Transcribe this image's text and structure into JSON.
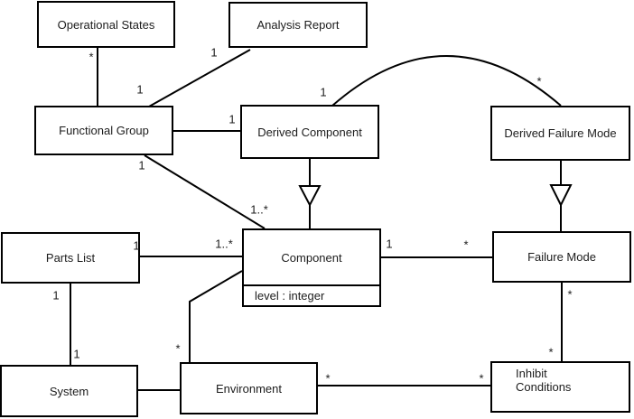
{
  "diagram": {
    "kind": "uml-class-diagram",
    "classes": [
      {
        "name": "Operational States"
      },
      {
        "name": "Analysis Report"
      },
      {
        "name": "Functional Group"
      },
      {
        "name": "Derived Component"
      },
      {
        "name": "Derived Failure Mode"
      },
      {
        "name": "Component",
        "attributes": [
          "level : integer"
        ]
      },
      {
        "name": "Failure Mode"
      },
      {
        "name": "Parts List"
      },
      {
        "name": "System"
      },
      {
        "name": "Environment"
      },
      {
        "name": "Inhibit Conditions"
      }
    ],
    "relationships": [
      {
        "from": "Functional Group",
        "to": "Operational States",
        "type": "association",
        "from_multiplicity": "1",
        "to_multiplicity": "*"
      },
      {
        "from": "Functional Group",
        "to": "Analysis Report",
        "type": "association",
        "to_multiplicity": "1"
      },
      {
        "from": "Functional Group",
        "to": "Derived Component",
        "type": "association",
        "to_multiplicity": "1"
      },
      {
        "from": "Derived Component",
        "to": "Derived Failure Mode",
        "type": "association",
        "from_multiplicity": "1",
        "to_multiplicity": "*"
      },
      {
        "from": "Derived Component",
        "to": "Component",
        "type": "generalization"
      },
      {
        "from": "Derived Failure Mode",
        "to": "Failure Mode",
        "type": "generalization"
      },
      {
        "from": "Functional Group",
        "to": "Component",
        "type": "association",
        "from_multiplicity": "1",
        "to_multiplicity": "1..*"
      },
      {
        "from": "Parts List",
        "to": "Component",
        "type": "association",
        "from_multiplicity": "1",
        "to_multiplicity": "1..*"
      },
      {
        "from": "Component",
        "to": "Failure Mode",
        "type": "association",
        "from_multiplicity": "1",
        "to_multiplicity": "*"
      },
      {
        "from": "Parts List",
        "to": "System",
        "type": "association",
        "from_multiplicity": "1",
        "to_multiplicity": "1"
      },
      {
        "from": "System",
        "to": "Environment",
        "type": "association"
      },
      {
        "from": "Component",
        "to": "Environment",
        "type": "association",
        "to_multiplicity": "*"
      },
      {
        "from": "Failure Mode",
        "to": "Inhibit Conditions",
        "type": "association",
        "from_multiplicity": "*",
        "to_multiplicity": "*"
      },
      {
        "from": "Environment",
        "to": "Inhibit Conditions",
        "type": "association",
        "from_multiplicity": "*",
        "to_multiplicity": "*"
      }
    ],
    "multiplicity_labels": [
      {
        "text": "*"
      },
      {
        "text": "1"
      },
      {
        "text": "1"
      },
      {
        "text": "1"
      },
      {
        "text": "1"
      },
      {
        "text": "*"
      },
      {
        "text": "1"
      },
      {
        "text": "1..*"
      },
      {
        "text": "1"
      },
      {
        "text": "1..*"
      },
      {
        "text": "1"
      },
      {
        "text": "*"
      },
      {
        "text": "1"
      },
      {
        "text": "1"
      },
      {
        "text": "*"
      },
      {
        "text": "*"
      },
      {
        "text": "*"
      },
      {
        "text": "*"
      },
      {
        "text": "*"
      }
    ]
  }
}
